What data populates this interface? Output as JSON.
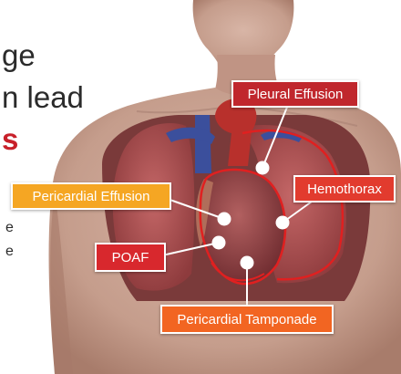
{
  "heading_fragments": [
    {
      "text": "ge",
      "style": "dark"
    },
    {
      "text": "n lead",
      "style": "dark"
    },
    {
      "text": "s",
      "style": "red"
    }
  ],
  "body_fragments": [
    {
      "text": "e"
    },
    {
      "text": "e"
    }
  ],
  "labels": [
    {
      "text": "Pleural Effusion",
      "color": "#c0272d"
    },
    {
      "text": "Hemothorax",
      "color": "#e23b2e"
    },
    {
      "text": "Pericardial Effusion",
      "color": "#f5a623"
    },
    {
      "text": "POAF",
      "color": "#d8282d"
    },
    {
      "text": "Pericardial Tamponade",
      "color": "#f26522"
    }
  ],
  "colors": {
    "skin": "#c9a595",
    "skin_shadow": "#a67c6c",
    "lung": "#b85858",
    "heart": "#9a4a4a",
    "highlight_outline": "#e02020",
    "vessel_blue": "#3b4f9c",
    "vessel_red": "#b8302c"
  }
}
